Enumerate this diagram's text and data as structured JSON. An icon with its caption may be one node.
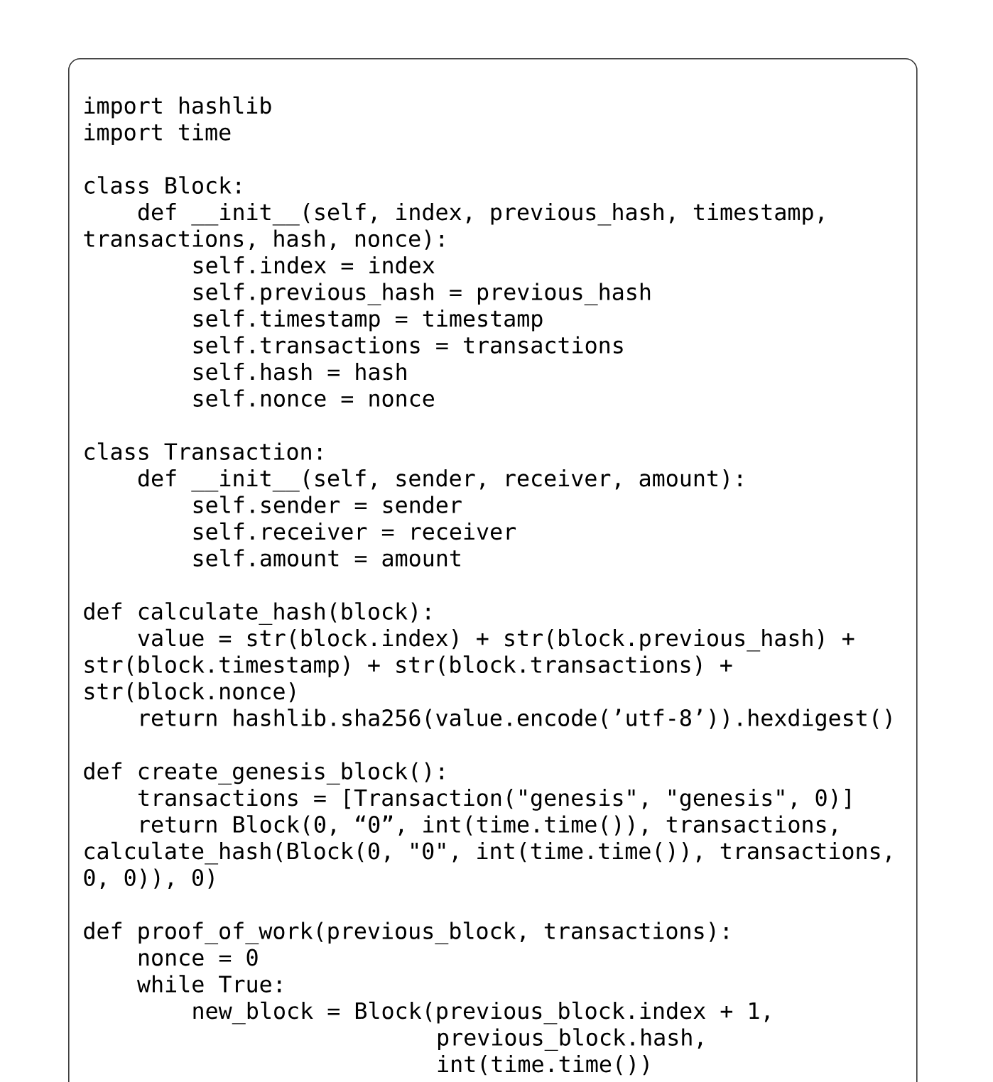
{
  "diagram": {
    "nodes": [
      {
        "text": [
          "import hashlib",
          "import time",
          "class Block:",
          "def __init__(self, index, previous_hash, timestamp,",
          "transactions, hash, nonce):",
          "self.index = index",
          "self.previous_hash = previous_hash",
          "self.timestamp = timestamp",
          "self.transactions = transactions",
          "self.hash = hash",
          "self.nonce = nonce",
          "class Transaction:",
          "def __init__(self, sender, receiver, amount):",
          "self.sender = sender",
          "self.receiver = receiver",
          "self.amount = amount",
          "def calculate_hash(block):",
          "value = str(block.index) + str(block.previous_hash) +",
          "str(block.timestamp) + str(block.transactions) +",
          "str(block.nonce)",
          "return hashlib.sha256(value.encode(’utf-8’)).hexdigest()",
          "def create_genesis_block():",
          "transactions = [Transaction(\"genesis\", \"genesis\", 0)]",
          "return Block(0, “0”, int(time.time()), transactions,",
          "calculate_hash(Block(0, \"0\", int(time.time()), transactions,",
          "0, 0)), 0)",
          "def proof_of_work(previous_block, transactions):",
          "nonce = 0",
          "while True:",
          "new_block = Block(previous_block.index + 1,",
          "previous_block.hash,",
          "int(time.time())"
        ]
      }
    ]
  }
}
